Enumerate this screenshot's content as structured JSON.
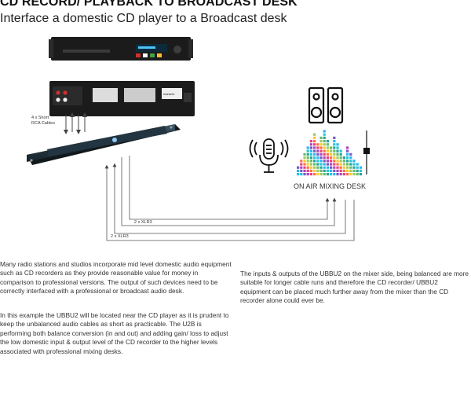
{
  "header": {
    "title": "CD RECORD/ PLAYBACK TO BROADCAST DESK",
    "subtitle": "Interface a domestic CD player to a Broadcast desk"
  },
  "diagram": {
    "rca_label_line1": "4 x Short",
    "rca_label_line2": "RCA Cables",
    "xlr_label_1": "2 x XLR3",
    "xlr_label_2": "2 x XLR3",
    "mixing_desk_label": "ON AIR MIXING DESK",
    "brand_text": "marantz",
    "icons": [
      "speaker-icon",
      "microphone-icon",
      "equalizer-icon",
      "fader-icon"
    ],
    "colors": {
      "panel": "#1f2e36",
      "rack": "#1b1b1b",
      "cable": "#555555"
    }
  },
  "body": {
    "left_para_1": "Many radio stations and studios incorporate mid level domestic audio equipment such as CD recorders as they provide reasonable value for money in comparison to professional versions. The output of such devices need to be correctly interfaced with a professional or broadcast audio desk.",
    "left_para_2": "In this example the UBBU2 will be located near the CD player as it is prudent to keep the unbalanced audio cables as short as practicable. The U2B is performing both balance conversion (in and out) and adding gain/ loss to adjust the low domestic input & output level of the CD recorder to the higher levels associated with professional mixing desks.",
    "right_para": "The inputs & outputs of the UBBU2 on the mixer side, being balanced are more suitable for longer cable runs and therefore the CD recorder/ UBBU2 equipment can be placed much further away from the mixer than the CD recorder alone could ever be."
  }
}
